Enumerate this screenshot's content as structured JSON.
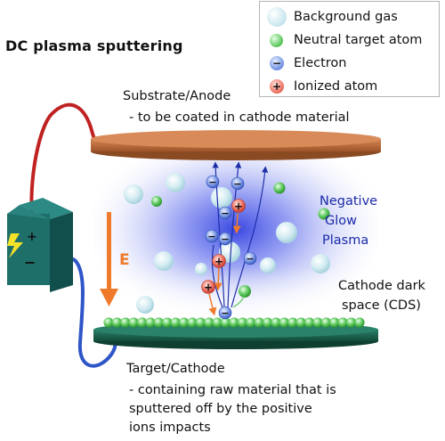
{
  "title": "DC plasma sputtering",
  "legend": {
    "items": [
      {
        "label": "Background gas",
        "kind": "gas"
      },
      {
        "label": "Neutral target atom",
        "kind": "neutral"
      },
      {
        "label": "Electron",
        "kind": "electron"
      },
      {
        "label": "Ionized atom",
        "kind": "ion"
      }
    ]
  },
  "labels": {
    "substrate_title": "Substrate/Anode",
    "substrate_desc": "- to be coated in cathode material",
    "plasma_line1": "Negative",
    "plasma_line2": "Glow",
    "plasma_line3": "Plasma",
    "cds_line1": "Cathode dark",
    "cds_line2": "space (CDS)",
    "target_title": "Target/Cathode",
    "target_desc1": "- containing raw material that is",
    "target_desc2": "sputtered off by the positive",
    "target_desc3": "ions impacts",
    "field": "E",
    "battery_plus": "+",
    "battery_minus": "−",
    "electron_sign": "−",
    "ion_sign": "+"
  },
  "colors": {
    "electrode": "#c2703a",
    "target": "#1f6b55",
    "plasma": "#3a4be0",
    "electron": "#4a73d6",
    "ion": "#e0584a",
    "neutral": "#5cc85c",
    "gas": "#d6eef4",
    "field_arrow": "#ef7a2b",
    "wire_red": "#c02222",
    "wire_blue": "#2f56c8",
    "battery": "#1e6e6a"
  }
}
